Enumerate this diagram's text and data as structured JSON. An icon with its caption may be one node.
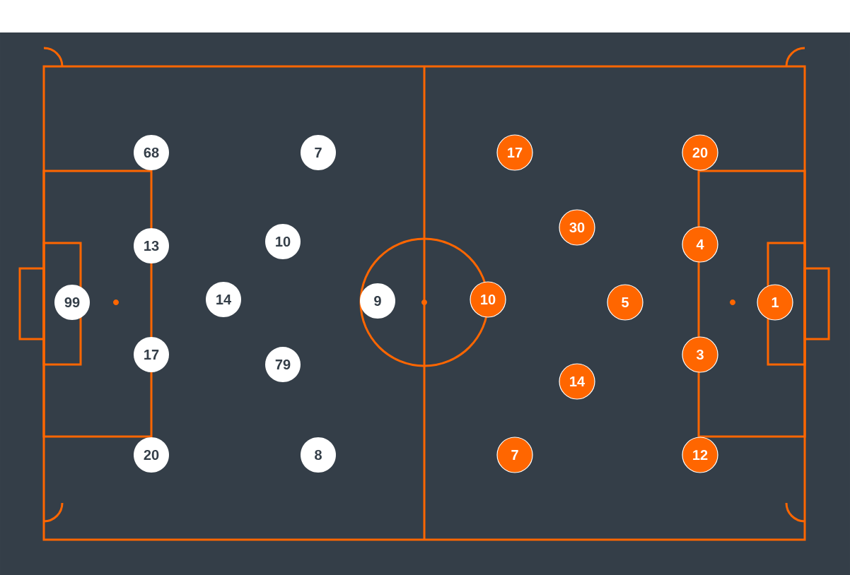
{
  "diagram": {
    "nodes": [
      {
        "text": [
          "99"
        ]
      },
      {
        "text": [
          "68"
        ]
      },
      {
        "text": [
          "13"
        ]
      },
      {
        "text": [
          "17"
        ]
      },
      {
        "text": [
          "20"
        ]
      },
      {
        "text": [
          "14"
        ]
      },
      {
        "text": [
          "7"
        ]
      },
      {
        "text": [
          "10"
        ]
      },
      {
        "text": [
          "79"
        ]
      },
      {
        "text": [
          "8"
        ]
      },
      {
        "text": [
          "9"
        ]
      },
      {
        "text": [
          "10"
        ]
      },
      {
        "text": [
          "17"
        ]
      },
      {
        "text": [
          "7"
        ]
      },
      {
        "text": [
          "30"
        ]
      },
      {
        "text": [
          "14"
        ]
      },
      {
        "text": [
          "5"
        ]
      },
      {
        "text": [
          "20"
        ]
      },
      {
        "text": [
          "4"
        ]
      },
      {
        "text": [
          "3"
        ]
      },
      {
        "text": [
          "12"
        ]
      },
      {
        "text": [
          "1"
        ]
      }
    ]
  }
}
